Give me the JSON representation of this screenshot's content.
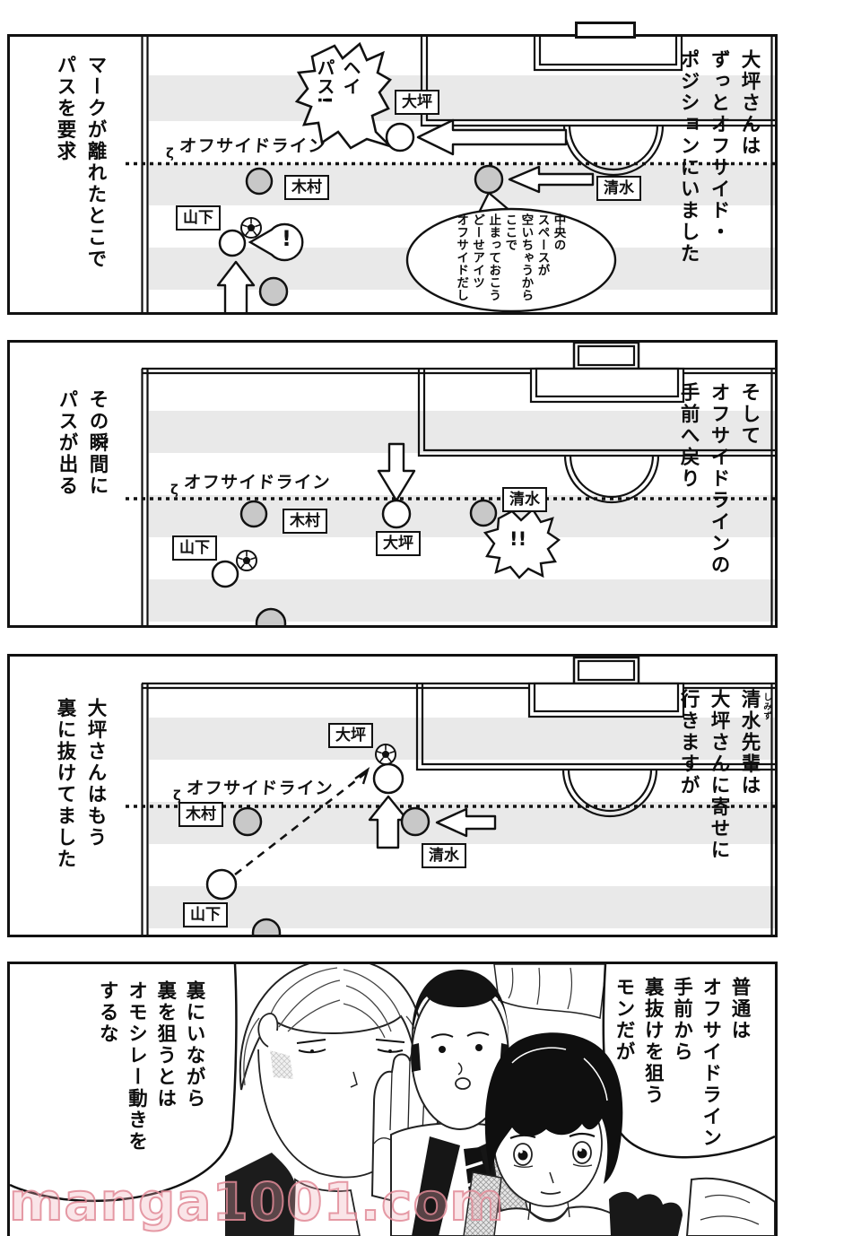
{
  "watermark": "manga1001.com",
  "colors": {
    "ink": "#111111",
    "stripe": "#e9e9e9",
    "player_gray": "#c8c8c8",
    "watermark_pink": "#e08a96"
  },
  "panels": {
    "p1": {
      "narration_right": "大坪さんは\nずっとオフサイド・\nポジションにいました",
      "narration_left": "マークが離れたとこで\nパスを要求",
      "offside_label": "オフサイドライン",
      "offside_mark": "ζ",
      "shout_bubble": "ヘイ\nパス!",
      "thought_bubble": "中央の\nスペースが\n空いちゃうから\nここで\n止まっておこう\nどーせアイツ\nオフサイドだし",
      "exclamation": "!",
      "labels": {
        "otsubo": "大坪",
        "shimizu": "清水",
        "kimura": "木村",
        "yamashita": "山下"
      }
    },
    "p2": {
      "narration_right": "そして\nオフサイドラインの\n手前へ戻り",
      "narration_left": "その瞬間に\nパスが出る",
      "offside_label": "オフサイドライン",
      "offside_mark": "ζ",
      "exclamation": "!!",
      "labels": {
        "otsubo": "大坪",
        "shimizu": "清水",
        "kimura": "木村",
        "yamashita": "山下"
      }
    },
    "p3": {
      "narration_right": "清水先輩は\n大坪さんに寄せに\n行きますが",
      "furigana": "しみず",
      "narration_left": "大坪さんはもう\n裏に抜けてました",
      "offside_label": "オフサイドライン",
      "offside_mark": "ζ",
      "labels": {
        "otsubo": "大坪",
        "shimizu": "清水",
        "kimura": "木村",
        "yamashita": "山下"
      }
    },
    "p4": {
      "bubble_right": "普通は\nオフサイドライン\n手前から\n裏抜けを狙う\nモンだが",
      "bubble_left": "裏にいながら\n裏を狙うとは\nオモシレー動きを\nするな"
    }
  }
}
